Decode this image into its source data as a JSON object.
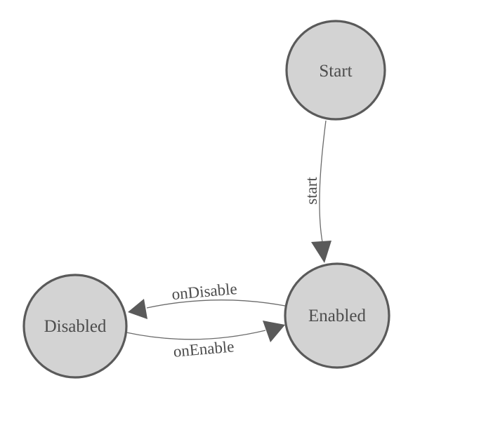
{
  "diagram": {
    "type": "state-machine-diagram",
    "colors": {
      "background": "#ffffff",
      "node_fill": "#d3d3d3",
      "node_stroke": "#5a5a5a",
      "edge_stroke": "#6b6b6b",
      "arrow_fill": "#5a5a5a",
      "label_color": "#4c4c4c"
    },
    "nodes": [
      {
        "id": "start",
        "label": "Start"
      },
      {
        "id": "enabled",
        "label": "Enabled"
      },
      {
        "id": "disabled",
        "label": "Disabled"
      }
    ],
    "edges": [
      {
        "id": "start-transition",
        "label": "start",
        "from": "Start",
        "to": "Enabled"
      },
      {
        "id": "ondisable-transition",
        "label": "onDisable",
        "from": "Enabled",
        "to": "Disabled"
      },
      {
        "id": "onenable-transition",
        "label": "onEnable",
        "from": "Disabled",
        "to": "Enabled"
      }
    ]
  }
}
